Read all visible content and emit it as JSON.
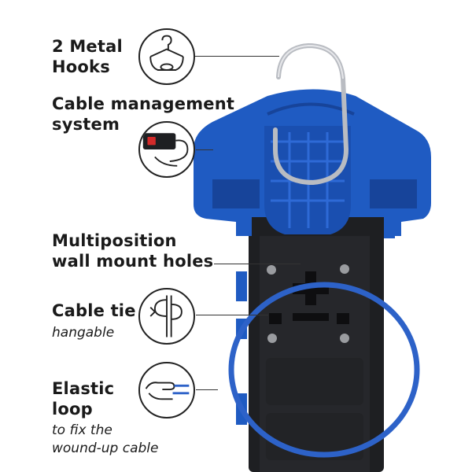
{
  "features": [
    {
      "id": "hooks",
      "title_line1": "2 Metal",
      "title_line2": "Hooks",
      "subtitle": "",
      "icon": "hook-icon"
    },
    {
      "id": "cable",
      "title_line1": "Cable management",
      "title_line2": "system",
      "subtitle": "",
      "icon": "power-strip-icon"
    },
    {
      "id": "wall",
      "title_line1": "Multiposition",
      "title_line2": "wall mount holes",
      "subtitle": "",
      "icon": ""
    },
    {
      "id": "tie",
      "title_line1": "Cable tie",
      "title_line2": "",
      "subtitle": "hangable",
      "icon": "cable-tie-icon"
    },
    {
      "id": "loop",
      "title_line1": "Elastic",
      "title_line2": "loop",
      "subtitle_line1": "to fix the",
      "subtitle_line2": "wound-up cable",
      "icon": "hand-loop-icon"
    }
  ],
  "colors": {
    "plastic_blue": "#1f5bc2",
    "plastic_dark": "#17449a",
    "body_black": "#1e1f22",
    "hook_metal": "#b9bcc2",
    "text": "#1a1a1a"
  }
}
